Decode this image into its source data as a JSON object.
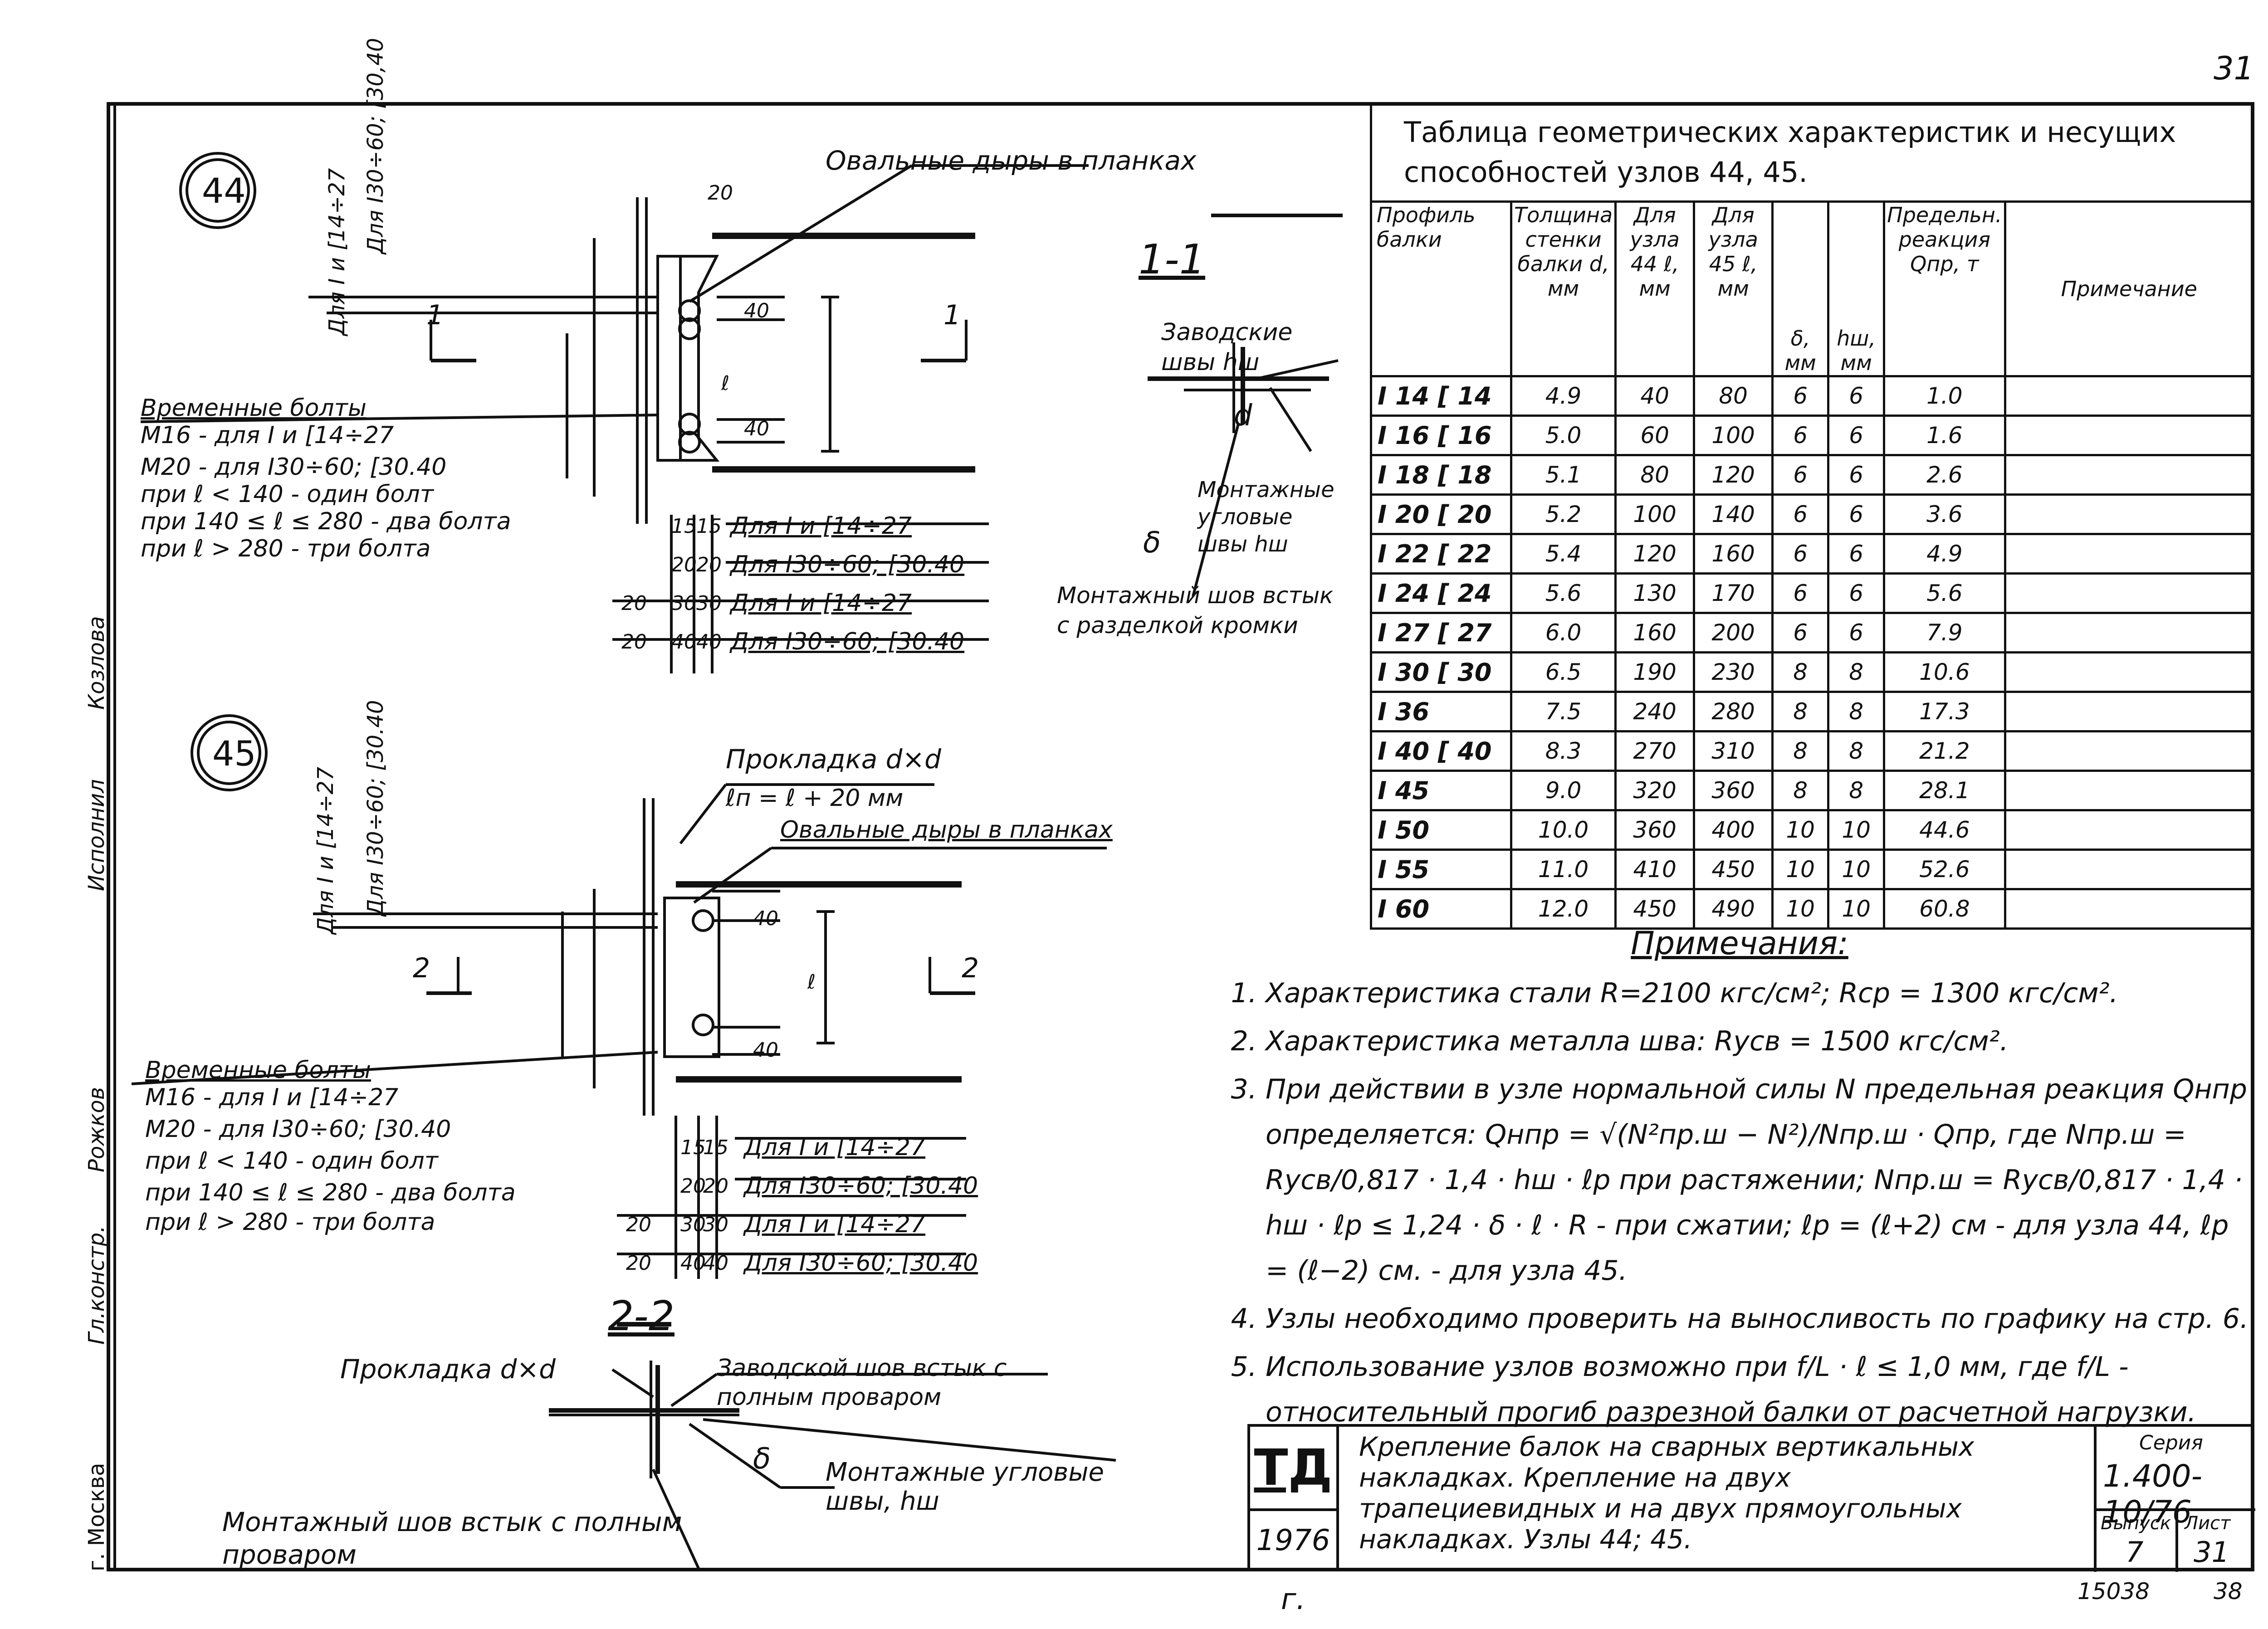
{
  "page_number": "31",
  "footer": {
    "inv_number": "15038",
    "sheet_ref": "38"
  },
  "sidebar": {
    "labels": [
      "Козлова",
      "Исполнил",
      "Рожков",
      "Гл.констр.",
      "г. Москва"
    ]
  },
  "node44": {
    "badge": "44",
    "oval_holes": "Овальные дыры в планках",
    "dim_i": "Для I и [14÷27",
    "dim_i30": "Для I30÷60; [30,40",
    "bolts_title": "Временные болты",
    "bolts_lines": [
      "M16 - для I и [14÷27",
      "M20 - для I30÷60; [30.40",
      "при ℓ < 140 - один болт",
      "при 140 ≤ ℓ ≤ 280 - два болта",
      "при ℓ > 280 - три болта"
    ],
    "rows": [
      {
        "a": "",
        "b": "15",
        "c": "15",
        "label": "Для I и [14÷27"
      },
      {
        "a": "",
        "b": "20",
        "c": "20",
        "label": "Для I30÷60; [30.40"
      },
      {
        "a": "20",
        "b": "30",
        "c": "30",
        "label": "Для I и [14÷27"
      },
      {
        "a": "20",
        "b": "40",
        "c": "40",
        "label": "Для I30÷60; [30.40"
      }
    ]
  },
  "section11": {
    "title": "1-1",
    "factory_welds": "Заводские швы hш",
    "mount_welds": "Монтажные угловые швы hш",
    "butt_weld": "Монтажный шов встык с разделкой кромки",
    "delta": "δ",
    "d": "d"
  },
  "node45": {
    "badge": "45",
    "pad": "Прокладка d×d",
    "pad_len": "ℓп = ℓ + 20 мм",
    "oval_holes": "Овальные дыры в планках",
    "dim_i": "Для I и [14÷27",
    "dim_i30": "Для I30÷60; [30.40",
    "bolts_title": "Временные болты",
    "bolts_lines": [
      "M16 - для I и [14÷27",
      "M20 - для I30÷60; [30.40",
      "при ℓ < 140 - один болт",
      "при 140 ≤ ℓ ≤ 280 - два болта",
      "при ℓ > 280 - три болта"
    ],
    "rows": [
      {
        "a": "",
        "b": "15",
        "c": "15",
        "label": "Для I и [14÷27"
      },
      {
        "a": "",
        "b": "20",
        "c": "20",
        "label": "Для I30÷60; [30.40"
      },
      {
        "a": "20",
        "b": "30",
        "c": "30",
        "label": "Для I и [14÷27"
      },
      {
        "a": "20",
        "b": "40",
        "c": "40",
        "label": "Для I30÷60; [30.40"
      }
    ]
  },
  "section22": {
    "title": "2-2",
    "pad": "Прокладка d×d",
    "factory_weld": "Заводской шов встык с полным проваром",
    "mount_welds": "Монтажные угловые швы, hш",
    "butt_weld": "Монтажный шов встык с полным проваром",
    "delta": "δ"
  },
  "table": {
    "caption": "Таблица геометрических характеристик и несущих способностей узлов 44, 45.",
    "headers": [
      "Профиль балки",
      "Толщина стенки балки d, мм",
      "Для узла 44 ℓ, мм",
      "Для узла 45 ℓ, мм",
      "δ, мм",
      "hш, мм",
      "Предельн. реакция Qпр, т",
      "Примечание"
    ],
    "rows": [
      [
        "I 14 [ 14",
        "4.9",
        "40",
        "80",
        "6",
        "6",
        "1.0",
        ""
      ],
      [
        "I 16 [ 16",
        "5.0",
        "60",
        "100",
        "6",
        "6",
        "1.6",
        ""
      ],
      [
        "I 18 [ 18",
        "5.1",
        "80",
        "120",
        "6",
        "6",
        "2.6",
        ""
      ],
      [
        "I 20 [ 20",
        "5.2",
        "100",
        "140",
        "6",
        "6",
        "3.6",
        ""
      ],
      [
        "I 22 [ 22",
        "5.4",
        "120",
        "160",
        "6",
        "6",
        "4.9",
        ""
      ],
      [
        "I 24 [ 24",
        "5.6",
        "130",
        "170",
        "6",
        "6",
        "5.6",
        ""
      ],
      [
        "I 27 [ 27",
        "6.0",
        "160",
        "200",
        "6",
        "6",
        "7.9",
        ""
      ],
      [
        "I 30 [ 30",
        "6.5",
        "190",
        "230",
        "8",
        "8",
        "10.6",
        ""
      ],
      [
        "I 36",
        "7.5",
        "240",
        "280",
        "8",
        "8",
        "17.3",
        ""
      ],
      [
        "I 40 [ 40",
        "8.3",
        "270",
        "310",
        "8",
        "8",
        "21.2",
        ""
      ],
      [
        "I 45",
        "9.0",
        "320",
        "360",
        "8",
        "8",
        "28.1",
        ""
      ],
      [
        "I 50",
        "10.0",
        "360",
        "400",
        "10",
        "10",
        "44.6",
        ""
      ],
      [
        "I 55",
        "11.0",
        "410",
        "450",
        "10",
        "10",
        "52.6",
        ""
      ],
      [
        "I 60",
        "12.0",
        "450",
        "490",
        "10",
        "10",
        "60.8",
        ""
      ]
    ]
  },
  "notes": {
    "title": "Примечания:",
    "items": [
      "Характеристика стали R=2100 кгс/см²; Rср = 1300 кгс/см².",
      "Характеристика металла шва: Rусв = 1500 кгс/см².",
      "При действии в узле нормальной силы N предельная реакция Qнпр определяется: Qнпр = √(N²пр.ш − N²)/Nпр.ш · Qпр, где Nпр.ш = Rусв/0,817 · 1,4 · hш · ℓр при растяжении; Nпр.ш = Rусв/0,817 · 1,4 · hш · ℓр ≤ 1,24 · δ · ℓ · R - при сжатии; ℓр = (ℓ+2) см - для узла 44, ℓр = (ℓ−2) см. - для узла 45.",
      "Узлы необходимо проверить на выносливость по графику на стр. 6.",
      "Использование узлов возможно при f/L · ℓ ≤ 1,0 мм, где f/L - относительный прогиб разрезной балки от расчетной нагрузки."
    ]
  },
  "title_block": {
    "org": "ТД",
    "year": "1976 г.",
    "description": "Крепление балок на сварных вертикальных накладках. Крепление на двух трапециевидных и на двух прямоугольных накладках. Узлы 44; 45.",
    "series_label": "Серия",
    "series": "1.400-10/76",
    "issue_label": "Выпуск",
    "issue": "7",
    "sheet_label": "Лист",
    "sheet": "31"
  }
}
